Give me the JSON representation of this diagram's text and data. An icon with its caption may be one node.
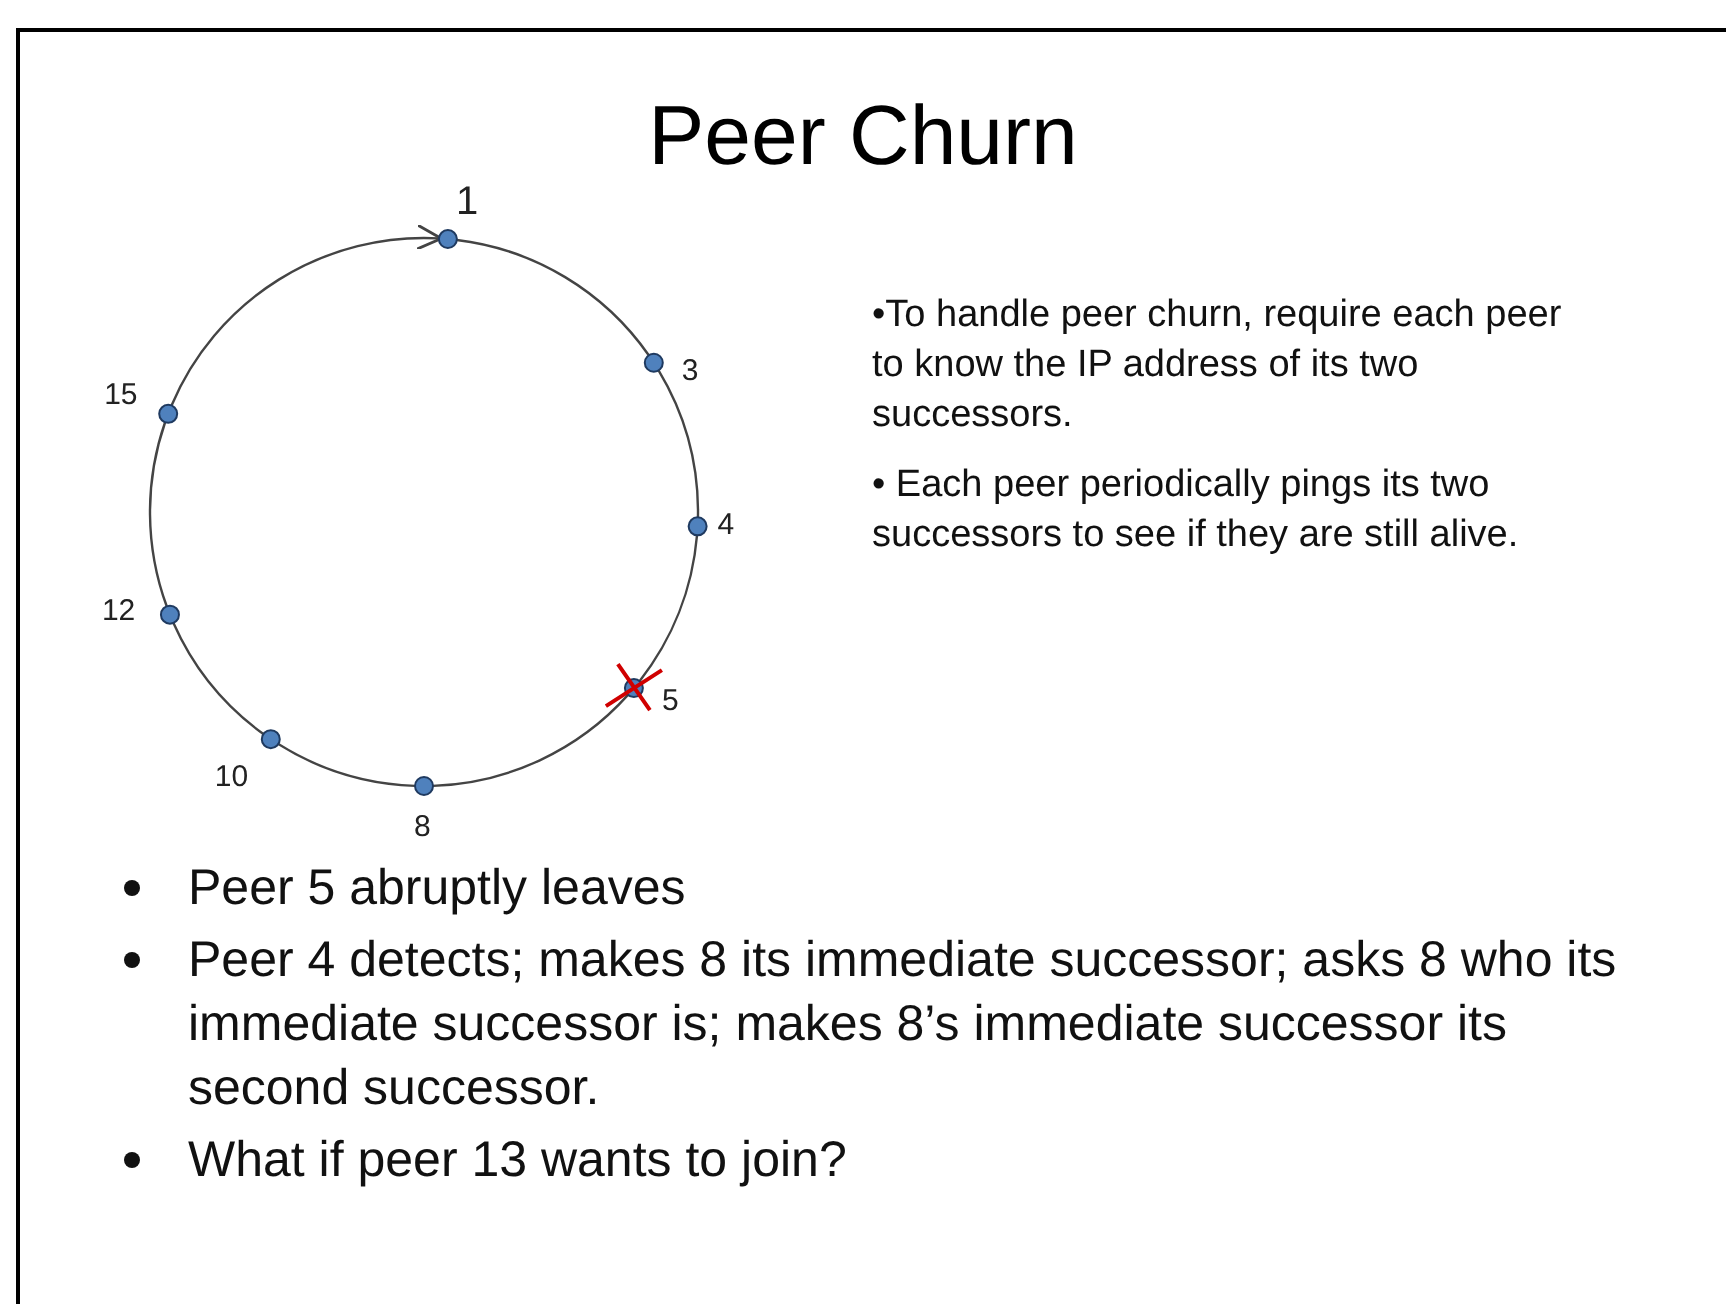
{
  "diagram": {
    "title": "Peer Churn",
    "nodes": [
      {
        "text": [],
        "shape": "circle",
        "beside": [
          "1"
        ]
      },
      {
        "text": [],
        "shape": "circle",
        "beside": [
          "3"
        ]
      },
      {
        "text": [],
        "shape": "circle",
        "beside": [
          "4"
        ]
      },
      {
        "text": [],
        "shape": "circle",
        "beside": [
          "5"
        ]
      },
      {
        "text": [],
        "shape": "circle",
        "beside": [
          "8"
        ]
      },
      {
        "text": [],
        "shape": "circle",
        "beside": [
          "10"
        ]
      },
      {
        "text": [],
        "shape": "circle",
        "beside": [
          "12"
        ]
      },
      {
        "text": [],
        "shape": "circle",
        "beside": [
          "15"
        ]
      }
    ],
    "edges": [
      {
        "from": 0,
        "to": 1,
        "arrow": "none"
      },
      {
        "from": 1,
        "to": 2,
        "arrow": "none"
      },
      {
        "from": 2,
        "to": 3,
        "arrow": "none"
      },
      {
        "from": 3,
        "to": 4,
        "arrow": "none"
      },
      {
        "from": 4,
        "to": 5,
        "arrow": "none"
      },
      {
        "from": 5,
        "to": 6,
        "arrow": "none"
      },
      {
        "from": 6,
        "to": 7,
        "arrow": "none"
      },
      {
        "from": 7,
        "to": 0,
        "arrow": "to"
      }
    ],
    "labels": [
      "•To handle peer churn, require each peer to know the IP address of its two successors.",
      "• Each peer periodically pings its two successors to see if they are still alive.",
      "Peer 5 abruptly leaves",
      "Peer 4 detects; makes 8 its immediate successor; asks 8 who its immediate successor is; makes 8’s immediate successor its second successor.",
      "What if peer 13 wants to join?"
    ]
  }
}
